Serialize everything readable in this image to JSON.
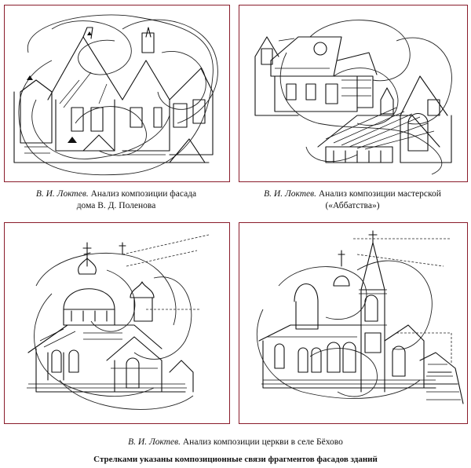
{
  "figures": [
    {
      "author": "В. И. Локтев.",
      "title_line1": "Анализ композиции фасада",
      "title_line2": "дома В. Д. Поленова"
    },
    {
      "author": "В. И. Локтев.",
      "title_line1": "Анализ композиции мастерской",
      "title_line2": "(«Аббатства»)"
    },
    {
      "author": "В. И. Локтев.",
      "title_line1": "Анализ композиции церкви в селе Бёхово"
    }
  ],
  "footer_caption": "Стрелками указаны композиционные связи фрагментов фасадов зданий",
  "colors": {
    "frame": "#8a1c2b",
    "ink": "#111111"
  }
}
